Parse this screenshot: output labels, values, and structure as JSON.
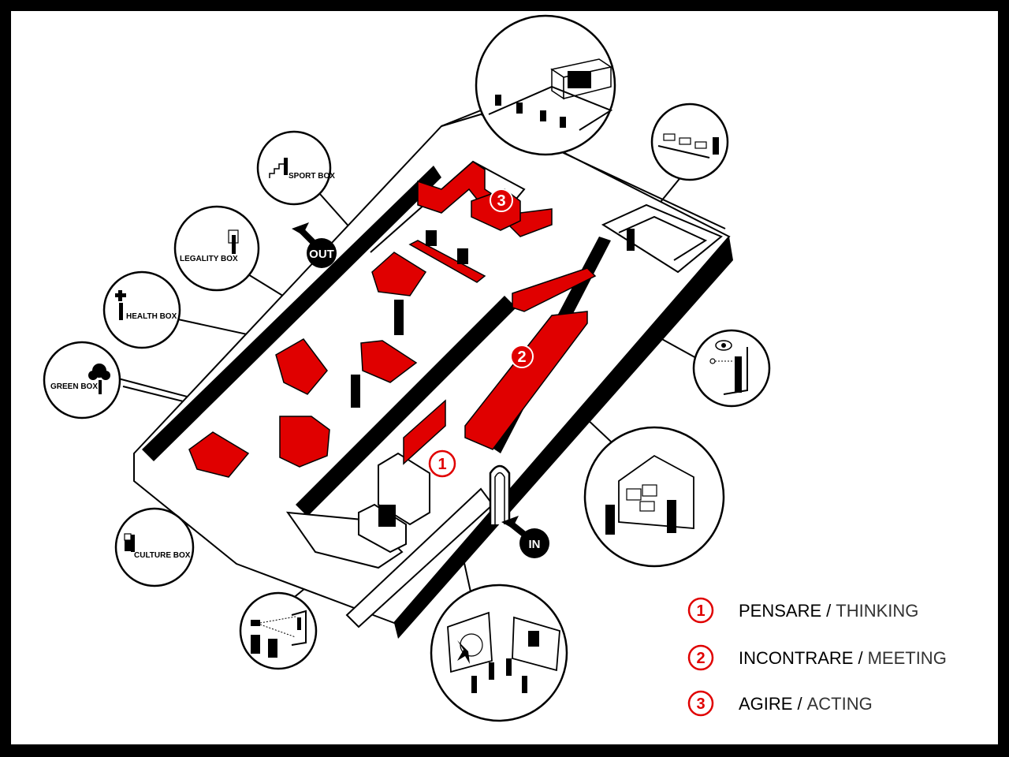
{
  "colors": {
    "accent": "#e00000",
    "ink": "#000000",
    "paper": "#ffffff"
  },
  "boxes": {
    "sport": "SPORT BOX",
    "legality": "LEGALITY BOX",
    "health": "HEALTH BOX",
    "green": "GREEN BOX",
    "culture": "CULTURE BOX"
  },
  "signs": {
    "out": "OUT",
    "in": "IN"
  },
  "markers": {
    "one": "1",
    "two": "2",
    "three": "3"
  },
  "legend": [
    {
      "number": "1",
      "italian": "PENSARE",
      "separator": "/",
      "english": "THINKING"
    },
    {
      "number": "2",
      "italian": "INCONTRARE",
      "separator": "/",
      "english": "MEETING"
    },
    {
      "number": "3",
      "italian": "AGIRE",
      "separator": "/",
      "english": "ACTING"
    }
  ]
}
